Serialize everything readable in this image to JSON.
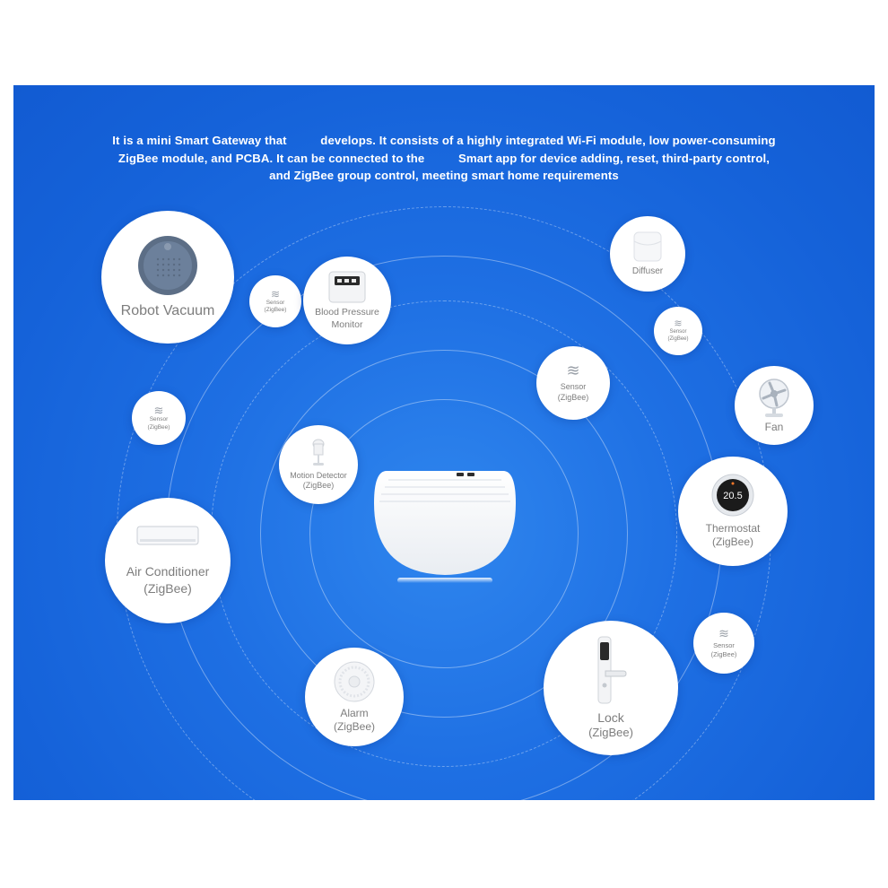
{
  "intro": {
    "line1": "It is a mini Smart Gateway that          develops. It consists of a highly integrated Wi-Fi module, low power-consuming",
    "line2": "ZigBee module, and PCBA. It can be connected to the          Smart app for device adding, reset, third-party control,",
    "line3": "and ZigBee group control, meeting smart home requirements"
  },
  "devices": {
    "robot_vacuum": "Robot Vacuum",
    "sensor_top": {
      "title": "Sensor",
      "sub": "(ZigBee)"
    },
    "blood_pressure": {
      "line1": "Blood Pressure",
      "line2": "Monitor"
    },
    "diffuser": "Diffuser",
    "sensor_right_top": {
      "title": "Sensor",
      "sub": "(ZigBee)"
    },
    "sensor_center": {
      "title": "Sensor",
      "sub": "(ZigBee)"
    },
    "fan": "Fan",
    "sensor_left": {
      "title": "Sensor",
      "sub": "(ZigBee)"
    },
    "motion_detector": {
      "title": "Motion Detector",
      "sub": "(ZigBee)"
    },
    "thermostat": {
      "title": "Thermostat",
      "sub": "(ZigBee)",
      "reading": "20.5"
    },
    "air_conditioner": {
      "title": "Air Conditioner",
      "sub": "(ZigBee)"
    },
    "sensor_bottom_right": {
      "title": "Sensor",
      "sub": "(ZigBee)"
    },
    "alarm": {
      "title": "Alarm",
      "sub": "(ZigBee)"
    },
    "lock": {
      "title": "Lock",
      "sub": "(ZigBee)"
    }
  },
  "icons": {
    "sensor": "wave-icon",
    "gateway": "gateway-hub-icon"
  },
  "colors": {
    "background": "#1e6fe3",
    "node": "#ffffff",
    "label": "#7d7d7d"
  }
}
